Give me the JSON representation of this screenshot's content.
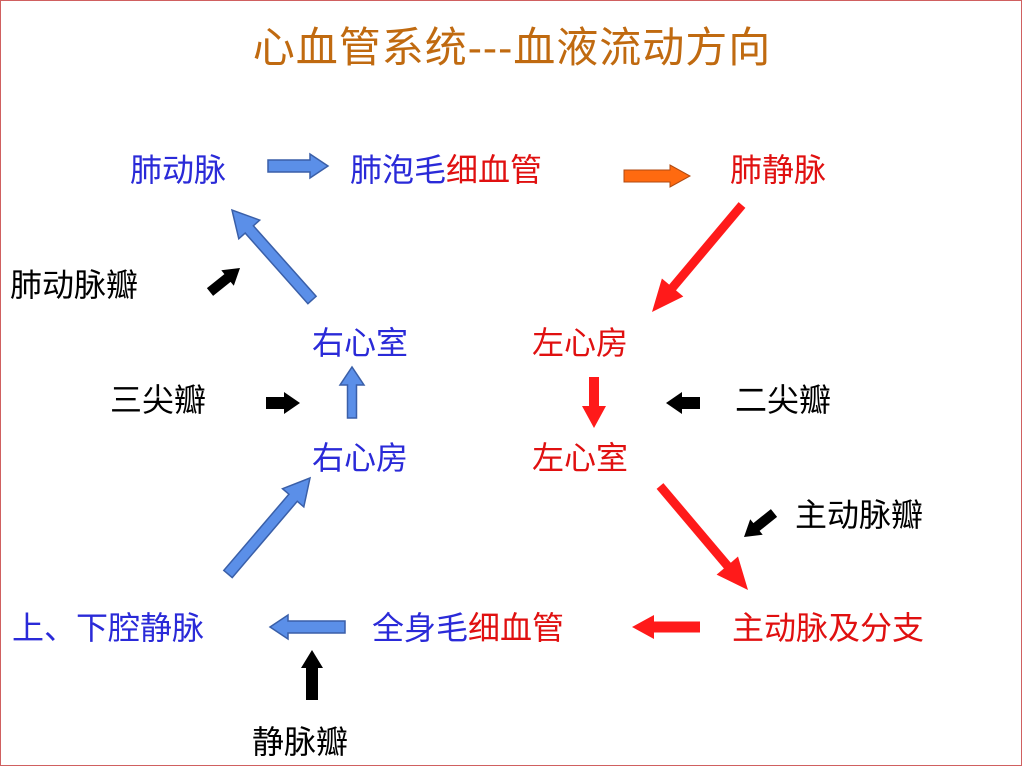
{
  "title": "心血管系统---血液流动方向",
  "nodes": {
    "pulmonary_artery": "肺动脉",
    "alveolar_capillary_a": "肺泡毛",
    "alveolar_capillary_b": "细血管",
    "pulmonary_vein": "肺静脉",
    "right_ventricle": "右心室",
    "left_atrium": "左心房",
    "right_atrium": "右心房",
    "left_ventricle": "左心室",
    "venae_cavae": "上、下腔静脉",
    "systemic_capillary_a": "全身毛",
    "systemic_capillary_b": "细血管",
    "aorta": "主动脉及分支"
  },
  "valves": {
    "pulmonary_valve": "肺动脉瓣",
    "tricuspid_valve": "三尖瓣",
    "mitral_valve": "二尖瓣",
    "aortic_valve": "主动脉瓣",
    "venous_valve": "静脉瓣"
  },
  "colors": {
    "title": "#c06a10",
    "deoxygenated": "#2a2ad8",
    "oxygenated": "#e01010",
    "blue_arrow": "#5b8fe8",
    "red_arrow": "#ff1a1a",
    "orange_arrow": "#ff6a10",
    "valve_arrow": "#000000"
  }
}
